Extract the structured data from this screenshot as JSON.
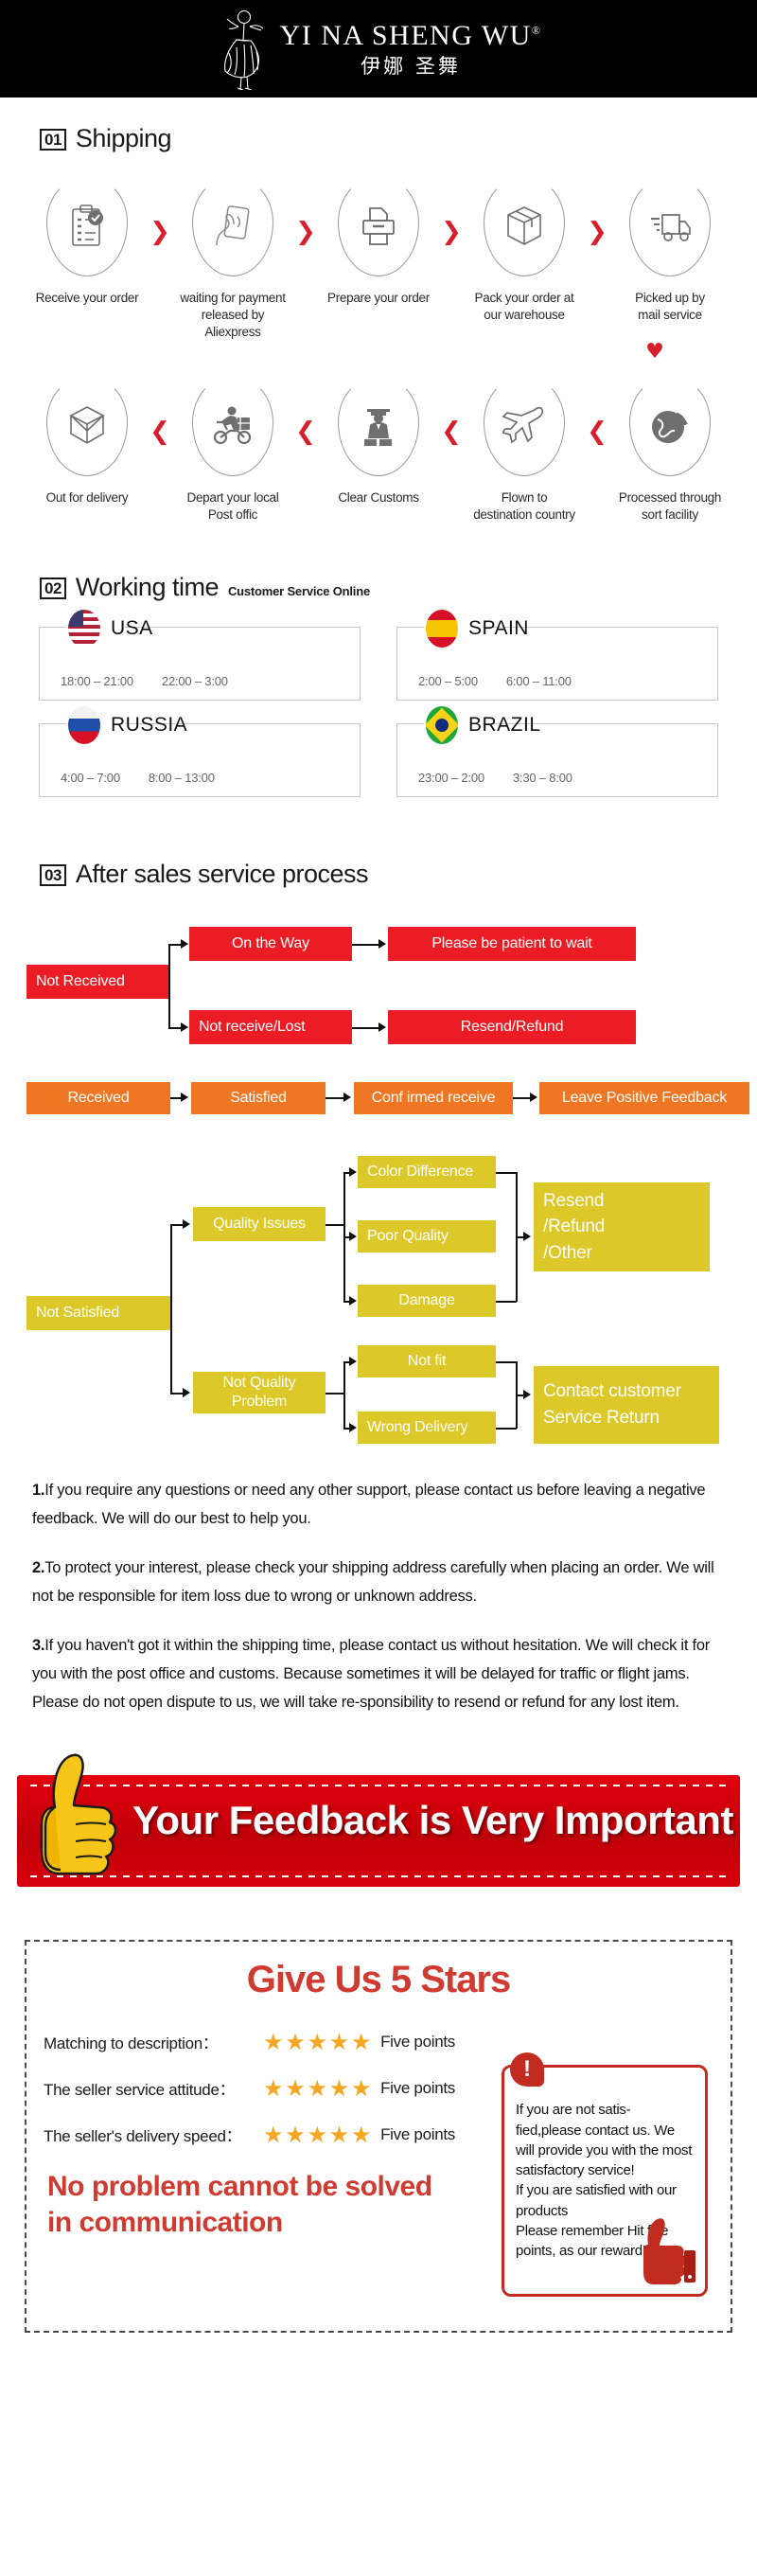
{
  "header": {
    "brand_en": "YI NA SHENG WU",
    "registered_mark": "®",
    "brand_cn": "伊娜 圣舞",
    "logo_icon": "dancer-logo-icon"
  },
  "section1": {
    "number": "01",
    "title": "Shipping",
    "row1_arrow": "❯",
    "row2_arrow": "❮",
    "down_arrow": "♥",
    "row1": [
      {
        "label": "Receive your order",
        "icon": "clipboard-check-icon"
      },
      {
        "label": "waiting for payment\nreleased by Aliexpress",
        "icon": "hand-card-icon"
      },
      {
        "label": "Prepare your order",
        "icon": "printer-icon"
      },
      {
        "label": "Pack your order at\nour warehouse",
        "icon": "box-icon"
      },
      {
        "label": "Picked up by\nmail service",
        "icon": "truck-icon"
      }
    ],
    "row2": [
      {
        "label": "Out  for delivery",
        "icon": "open-box-icon"
      },
      {
        "label": "Depart your local\nPost offic",
        "icon": "scooter-courier-icon"
      },
      {
        "label": "Clear Customs",
        "icon": "customs-officer-icon"
      },
      {
        "label": "Flown to\ndestination country",
        "icon": "airplane-icon"
      },
      {
        "label": "Processed through\nsort facility",
        "icon": "globe-arrow-icon"
      }
    ]
  },
  "section2": {
    "number": "02",
    "title": "Working time",
    "subtitle": "Customer Service Online",
    "cards": [
      {
        "country": "USA",
        "flag": "flag-usa-icon",
        "time1": "18:00 – 21:00",
        "time2": "22:00 – 3:00"
      },
      {
        "country": "SPAIN",
        "flag": "flag-spain-icon",
        "time1": "2:00 – 5:00",
        "time2": "6:00 – 11:00"
      },
      {
        "country": "RUSSIA",
        "flag": "flag-russia-icon",
        "time1": "4:00 – 7:00",
        "time2": "8:00 – 13:00"
      },
      {
        "country": "BRAZIL",
        "flag": "flag-brazil-icon",
        "time1": "23:00 – 2:00",
        "time2": "3:30 – 8:00"
      }
    ]
  },
  "section3": {
    "number": "03",
    "title": "After sales service process",
    "colors": {
      "red": "#ec1c24",
      "orange": "#ef7622",
      "yellow": "#ddc829"
    },
    "boxes": {
      "not_received": "Not Received",
      "on_the_way": "On the Way",
      "please_wait": "Please be patient to wait",
      "not_receive_lost": "Not receive/Lost",
      "resend_refund": "Resend/Refund",
      "received": "Received",
      "satisfied": "Satisfied",
      "confirmed_receive": "Conf irmed receive",
      "leave_feedback": "Leave Positive Feedback",
      "not_satisfied": "Not Satisfied",
      "quality_issues": "Quality Issues",
      "color_difference": "Color Difference",
      "poor_quality": "Poor Quality",
      "damage": "Damage",
      "resend_refund_other": "Resend\n/Refund\n/Other",
      "not_quality_problem": "Not Quality\nProblem",
      "not_fit": "Not fit",
      "wrong_delivery": "Wrong Delivery",
      "contact_return": "Contact customer\nService Return"
    }
  },
  "notes": [
    {
      "num": "1.",
      "text": "If you require any questions or need any other support, please contact us before leaving a negative feedback. We will do our best to help you."
    },
    {
      "num": "2.",
      "text": "To protect your interest, please check your shipping address carefully when placing an order. We will not be responsible for item loss due to wrong or unknown address."
    },
    {
      "num": "3.",
      "text": "If you haven't got it within the shipping time, please contact us without hesitation. We will check it for you with the post office and customs. Because sometimes it will be delayed for traffic or flight jams. Please do not open dispute to us, we will take re-sponsibility to resend or refund for any lost item."
    }
  ],
  "feedback_banner": {
    "text": "Your Feedback is Very Important",
    "icon": "thumbs-up-yellow-icon",
    "color": "#d1000c"
  },
  "stars_box": {
    "title": "Give Us 5 Stars",
    "title_color": "#cf3b30",
    "star_glyph": "★",
    "star_count": 5,
    "rows": [
      {
        "label": "Matching to description：",
        "points": "Five points"
      },
      {
        "label": "The seller service attitude：",
        "points": "Five points"
      },
      {
        "label": "The seller's delivery speed：",
        "points": "Five points"
      }
    ],
    "slogan": "No problem cannot be solved\nin communication",
    "callout": {
      "icon": "exclamation-badge-icon",
      "mark": "!",
      "text": "If you are not satis-fied,please contact us. We will provide you with the most satisfactory service!\nIf you are satisfied with our products\nPlease remember Hit five points, as our reward!",
      "thumb_icon": "thumbs-up-red-icon"
    }
  }
}
